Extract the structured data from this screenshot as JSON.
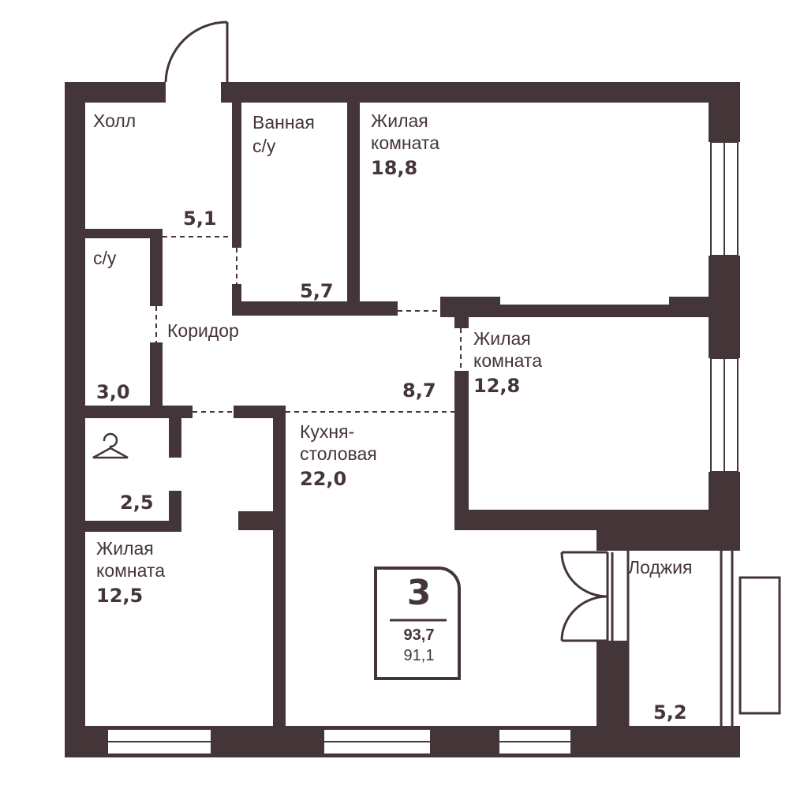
{
  "colors": {
    "wall": "#443539",
    "background": "#ffffff"
  },
  "rooms": {
    "hall": {
      "name": "Холл",
      "area": "5,1"
    },
    "bathroom": {
      "name_line1": "Ванная",
      "name_line2": "с/у",
      "area": "5,7"
    },
    "living1": {
      "name_line1": "Жилая",
      "name_line2": "комната",
      "area": "18,8"
    },
    "wc": {
      "name": "с/у",
      "area": "3,0"
    },
    "corridor": {
      "name": "Коридор",
      "area": "8,7"
    },
    "living2": {
      "name_line1": "Жилая",
      "name_line2": "комната",
      "area": "12,8"
    },
    "wardrobe": {
      "icon": "hanger-icon",
      "area": "2,5"
    },
    "kitchen": {
      "name_line1": "Кухня-",
      "name_line2": "столовая",
      "area": "22,0"
    },
    "living3": {
      "name_line1": "Жилая",
      "name_line2": "комната",
      "area": "12,5"
    },
    "loggia": {
      "name": "Лоджия",
      "area": "5,2"
    }
  },
  "badge": {
    "rooms": "3",
    "total_area": "93,7",
    "living_area": "91,1"
  }
}
